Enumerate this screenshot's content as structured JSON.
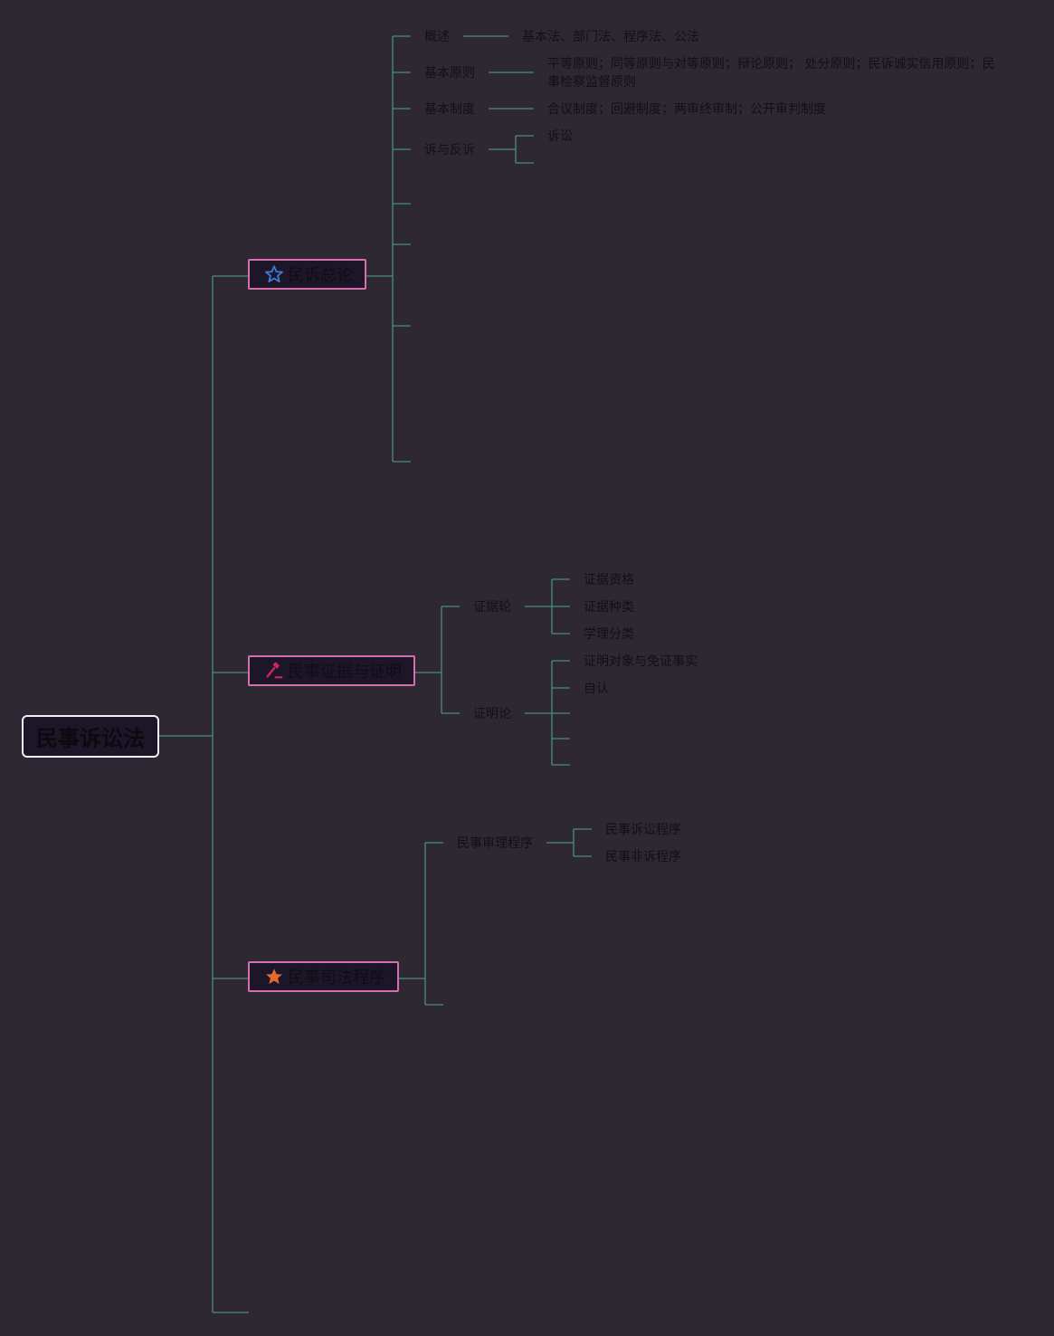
{
  "colors": {
    "background": "#2d2831",
    "line": "#4b8c84",
    "branch_border": "#d66fb0",
    "root_border": "#f3eef8"
  },
  "root": {
    "label": "民事诉讼法"
  },
  "branches": [
    {
      "label": "民诉总论",
      "icon": "star-outline-icon",
      "icon_color": "#3a7bd5"
    },
    {
      "label": "民事证据与证明",
      "icon": "hammer-icon",
      "icon_color": "#c8285a"
    },
    {
      "label": "民事司法程序",
      "icon": "star-filled-icon",
      "icon_color": "#e8692c"
    }
  ],
  "general": {
    "overview": {
      "label": "概述",
      "detail": "基本法、部门法、程序法、公法"
    },
    "principles": {
      "label": "基本原则",
      "detail": "平等原则；同等原则与对等原则；辩论原则； 处分原则；民诉诚实信用原则；民事检察监督原则"
    },
    "systems": {
      "label": "基本制度",
      "detail": "合议制度；回避制度；两审终审制；公开审判制度"
    },
    "suit": {
      "label": "诉与反诉",
      "child": "诉讼"
    }
  },
  "evidence": {
    "theory": {
      "label": "证据轮",
      "children": [
        "证据资格",
        "证据种类",
        "学理分类"
      ]
    },
    "proof": {
      "label": "证明论",
      "children": [
        "证明对象与免证事实",
        "自认"
      ]
    }
  },
  "procedure": {
    "trial": {
      "label": "民事审理程序",
      "children": [
        "民事诉讼程序",
        "民事非诉程序"
      ]
    }
  }
}
